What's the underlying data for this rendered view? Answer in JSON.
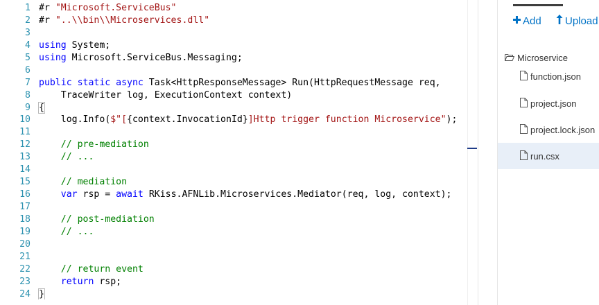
{
  "editor": {
    "lines": [
      {
        "n": "1",
        "tokens": [
          {
            "t": "#r ",
            "c": "tx"
          },
          {
            "t": "\"Microsoft.ServiceBus\"",
            "c": "str"
          }
        ]
      },
      {
        "n": "2",
        "tokens": [
          {
            "t": "#r ",
            "c": "tx"
          },
          {
            "t": "\"..\\\\bin\\\\Microservices.dll\"",
            "c": "str"
          }
        ]
      },
      {
        "n": "3",
        "tokens": []
      },
      {
        "n": "4",
        "tokens": [
          {
            "t": "using",
            "c": "kw"
          },
          {
            "t": " System;",
            "c": "tx"
          }
        ]
      },
      {
        "n": "5",
        "tokens": [
          {
            "t": "using",
            "c": "kw"
          },
          {
            "t": " Microsoft.ServiceBus.Messaging;",
            "c": "tx"
          }
        ]
      },
      {
        "n": "6",
        "tokens": []
      },
      {
        "n": "7",
        "tokens": [
          {
            "t": "public static async",
            "c": "kw"
          },
          {
            "t": " Task<HttpResponseMessage> Run(HttpRequestMessage req,",
            "c": "tx"
          }
        ]
      },
      {
        "n": "8",
        "tokens": [
          {
            "t": "    TraceWriter log, ExecutionContext context)",
            "c": "tx"
          }
        ]
      },
      {
        "n": "9",
        "tokens": [
          {
            "t": "{",
            "c": "tx"
          }
        ]
      },
      {
        "n": "10",
        "tokens": [
          {
            "t": "    log.Info(",
            "c": "tx"
          },
          {
            "t": "$\"[",
            "c": "str"
          },
          {
            "t": "{context.InvocationId}",
            "c": "tx"
          },
          {
            "t": "]Http trigger function Microservice\"",
            "c": "str"
          },
          {
            "t": ");",
            "c": "tx"
          }
        ]
      },
      {
        "n": "11",
        "tokens": []
      },
      {
        "n": "12",
        "tokens": [
          {
            "t": "    // pre-mediation",
            "c": "cm"
          }
        ]
      },
      {
        "n": "13",
        "tokens": [
          {
            "t": "    // ...",
            "c": "cm"
          }
        ]
      },
      {
        "n": "14",
        "tokens": []
      },
      {
        "n": "15",
        "tokens": [
          {
            "t": "    // mediation",
            "c": "cm"
          }
        ]
      },
      {
        "n": "16",
        "tokens": [
          {
            "t": "    ",
            "c": "tx"
          },
          {
            "t": "var",
            "c": "kw"
          },
          {
            "t": " rsp = ",
            "c": "tx"
          },
          {
            "t": "await",
            "c": "kw"
          },
          {
            "t": " RKiss.AFNLib.Microservices.Mediator(req, log, context);",
            "c": "tx"
          }
        ]
      },
      {
        "n": "17",
        "tokens": []
      },
      {
        "n": "18",
        "tokens": [
          {
            "t": "    // post-mediation",
            "c": "cm"
          }
        ]
      },
      {
        "n": "19",
        "tokens": [
          {
            "t": "    // ...",
            "c": "cm"
          }
        ]
      },
      {
        "n": "20",
        "tokens": []
      },
      {
        "n": "21",
        "tokens": []
      },
      {
        "n": "22",
        "tokens": [
          {
            "t": "    // return event",
            "c": "cm"
          }
        ]
      },
      {
        "n": "23",
        "tokens": [
          {
            "t": "    ",
            "c": "tx"
          },
          {
            "t": "return",
            "c": "kw"
          },
          {
            "t": " rsp;",
            "c": "tx"
          }
        ]
      },
      {
        "n": "24",
        "tokens": [
          {
            "t": "}",
            "c": "tx"
          }
        ]
      }
    ]
  },
  "panel": {
    "add_label": "Add",
    "upload_label": "Upload",
    "folder_label": "Microservice",
    "files": [
      {
        "label": "function.json",
        "selected": false
      },
      {
        "label": "project.json",
        "selected": false
      },
      {
        "label": "project.lock.json",
        "selected": false
      },
      {
        "label": "run.csx",
        "selected": true
      }
    ]
  },
  "colors": {
    "keyword": "#0000ff",
    "string": "#a31515",
    "comment": "#008000",
    "line_number": "#2b91af",
    "accent": "#0072c6",
    "selected_bg": "#e8eff8"
  }
}
